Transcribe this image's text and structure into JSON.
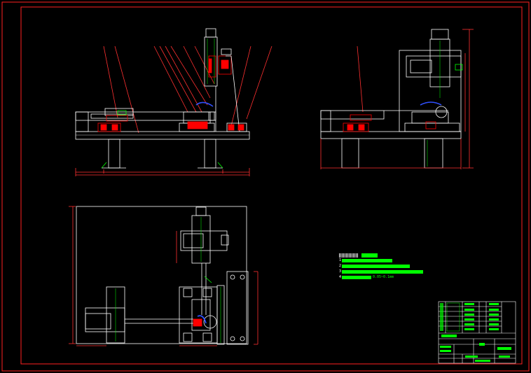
{
  "colors": {
    "background": "#000000",
    "border": "#ff2020",
    "outline": "#ffffff",
    "section": "#ff0000",
    "hidden": "#00ff00",
    "accent": "#3050ff",
    "annotation": "#00ff00"
  },
  "notes": {
    "lines": [
      {
        "num": "1",
        "tail": ""
      },
      {
        "num": "2",
        "tail": ""
      },
      {
        "num": "3",
        "tail": ""
      },
      {
        "num": "4",
        "tail": "0.05~0.1mm"
      }
    ]
  }
}
